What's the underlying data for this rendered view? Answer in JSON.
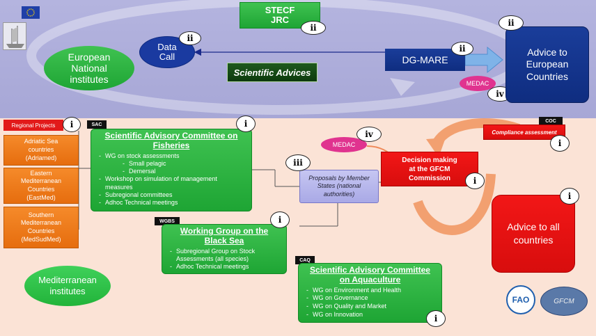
{
  "eu": {
    "stecf": "STECF",
    "jrc": "JRC",
    "data_call": [
      "Data",
      "Call"
    ],
    "national_institutes": [
      "European",
      "National",
      "institutes"
    ],
    "dg_mare": "DG-MARE",
    "scientific_advices": "Scientific Advices",
    "advice_eu": [
      "Advice to",
      "European",
      "Countries"
    ],
    "medac": "MEDAC"
  },
  "regional": {
    "label": "Regional Projects",
    "projects": [
      [
        "Adriatic Sea",
        "countries",
        "(Adriamed)"
      ],
      [
        "Eastern",
        "Mediterranean",
        "Countries",
        "(EastMed)"
      ],
      [
        "Southern",
        "Mediterranean",
        "Countries",
        "(MedSudMed)"
      ]
    ]
  },
  "sac": {
    "tag": "SAC",
    "title": [
      "Scientific Advisory Committee on",
      "Fisheries"
    ],
    "items": [
      "WG on stock assessments",
      "Workshop on simulation of management measures",
      "Subregional committees",
      "Adhoc Technical meetings"
    ],
    "subitems": [
      "Small pelagic",
      "Demersal"
    ]
  },
  "wgbs": {
    "tag": "WGBS",
    "title": [
      "Working Group on the",
      "Black Sea"
    ],
    "items": [
      "Subregional Group on Stock Assessments (all species)",
      "Adhoc Technical meetings"
    ]
  },
  "caq": {
    "tag": "CAQ",
    "title": [
      "Scientific Advisory Committee",
      "on Aquaculture"
    ],
    "items": [
      "WG on Environment and Health",
      "WG on Governance",
      "WG on Quality and Market",
      "WG on Innovation"
    ]
  },
  "gfcm": {
    "proposals": [
      "Proposals by Member",
      "States (national",
      "authorities)"
    ],
    "medac": "MEDAC",
    "decision": [
      "Decision making",
      "at the GFCM",
      "Commission"
    ],
    "coc_tag": "COC",
    "compliance": "Compliance assessment",
    "advice_all": [
      "Advice to all",
      "countries"
    ],
    "med_institutes": [
      "Mediterranean",
      "institutes"
    ]
  },
  "badges": {
    "i": "i",
    "ii": "ii",
    "iii": "iii",
    "iv": "iv"
  },
  "logos": {
    "fao": "FAO",
    "gfcm_logo": "GFCM"
  },
  "colors": {
    "top_band": "#a7a7d6",
    "bottom_band": "#fbe3d6",
    "green": "#1ea534",
    "navy": "#0f2d80",
    "red": "#ee1111",
    "orange": "#f07a1a",
    "pink": "#e0338f"
  }
}
